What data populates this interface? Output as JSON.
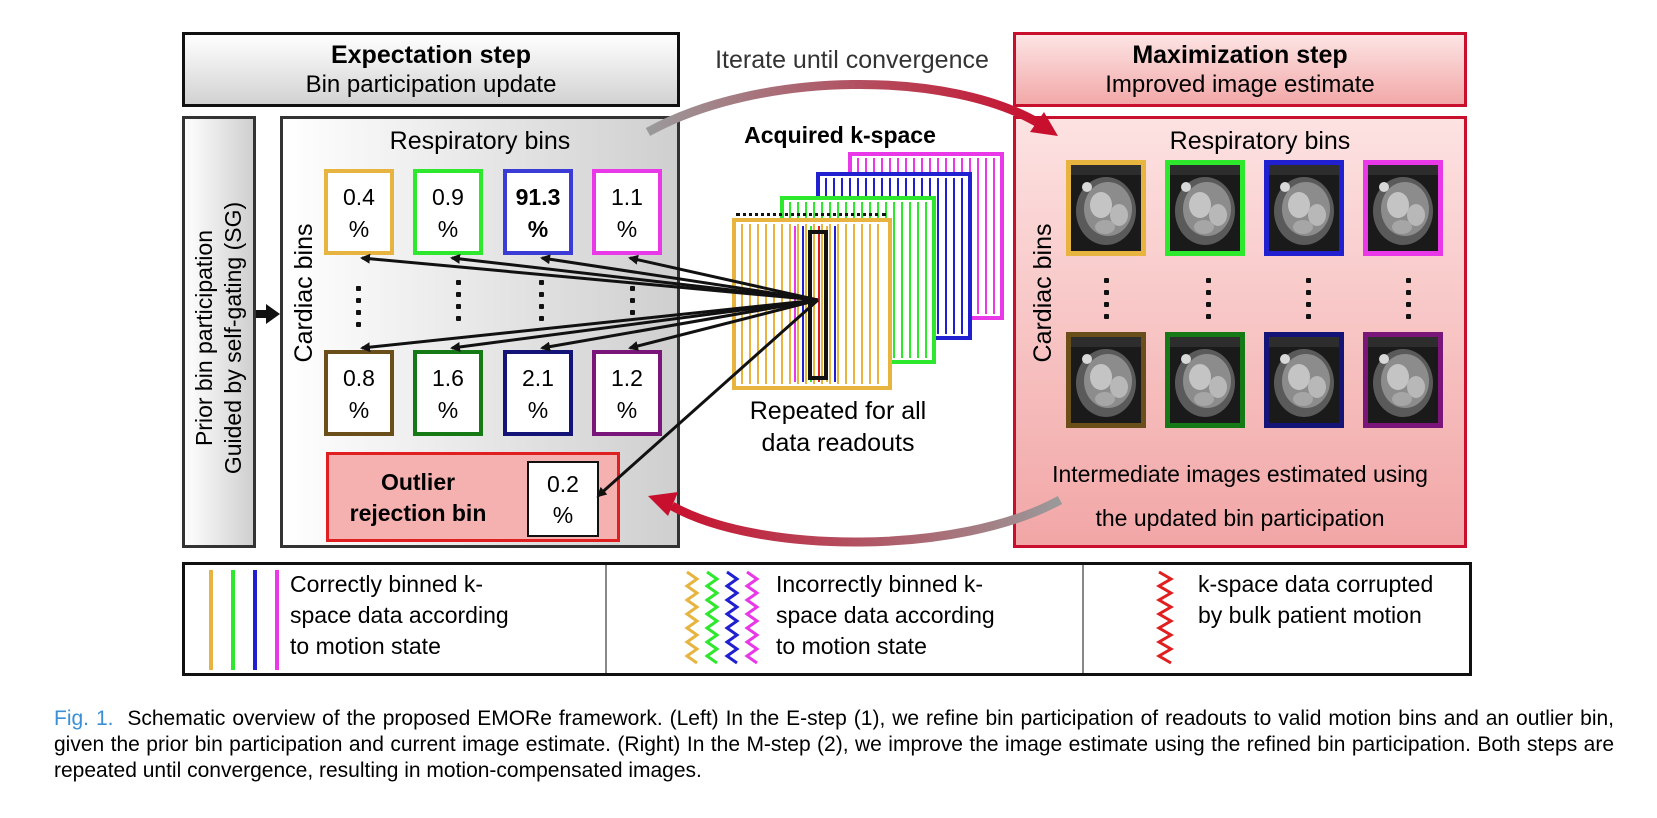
{
  "expectation": {
    "title": "Expectation step",
    "subtitle": "Bin participation update"
  },
  "maximization": {
    "title": "Maximization step",
    "subtitle": "Improved image estimate"
  },
  "iterate_label": "Iterate until convergence",
  "prior_label": {
    "line1": "Prior bin participation",
    "line2": "Guided by self-gating (SG)"
  },
  "left_panel": {
    "respiratory_label": "Respiratory bins",
    "cardiac_label": "Cardiac bins",
    "top_bins": [
      {
        "value": "0.4",
        "unit": "%",
        "color": "#e8b440",
        "bold": false
      },
      {
        "value": "0.9",
        "unit": "%",
        "color": "#2ee82e",
        "bold": false
      },
      {
        "value": "91.3",
        "unit": "%",
        "color": "#3b3bd6",
        "bold": true
      },
      {
        "value": "1.1",
        "unit": "%",
        "color": "#e838e8",
        "bold": false
      }
    ],
    "bottom_bins": [
      {
        "value": "0.8",
        "unit": "%",
        "color": "#6b4f1a"
      },
      {
        "value": "1.6",
        "unit": "%",
        "color": "#157a15"
      },
      {
        "value": "2.1",
        "unit": "%",
        "color": "#141478"
      },
      {
        "value": "1.2",
        "unit": "%",
        "color": "#7a157a"
      }
    ],
    "outlier": {
      "line1": "Outlier",
      "line2": "rejection bin",
      "value": "0.2",
      "unit": "%"
    }
  },
  "kspace": {
    "title": "Acquired k-space",
    "repeat_line1": "Repeated for all",
    "repeat_line2": "data readouts",
    "frame_colors": [
      "#e838e8",
      "#2020d0",
      "#2ee82e",
      "#e8b440"
    ]
  },
  "right_panel": {
    "respiratory_label": "Respiratory bins",
    "cardiac_label": "Cardiac bins",
    "top_frame_colors": [
      "#e8b440",
      "#2ee82e",
      "#2020d0",
      "#e838e8"
    ],
    "bottom_frame_colors": [
      "#6b4f1a",
      "#157a15",
      "#141478",
      "#7a157a"
    ],
    "caption_line1": "Intermediate images estimated using",
    "caption_line2": "the updated bin participation"
  },
  "legend": [
    {
      "line1": "Correctly binned k-",
      "line2": "space data according",
      "line3": "to motion state"
    },
    {
      "line1": "Incorrectly binned k-",
      "line2": "space data according",
      "line3": "to motion state"
    },
    {
      "line1": "k-space data corrupted",
      "line2": "by bulk patient motion",
      "line3": ""
    }
  ],
  "figure_caption": {
    "label": "Fig. 1.",
    "text": "Schematic overview of the proposed EMORe framework. (Left) In the E-step (1), we refine bin participation of readouts to valid motion bins and an outlier bin, given the prior bin participation and current image estimate. (Right) In the M-step (2), we improve the image estimate using the refined bin participation. Both steps are repeated until convergence, resulting in motion-compensated images."
  },
  "colors": {
    "accent_red": "#c8102e",
    "panel_gray": "#d9d9d9",
    "panel_pink": "#f6b8b8"
  }
}
